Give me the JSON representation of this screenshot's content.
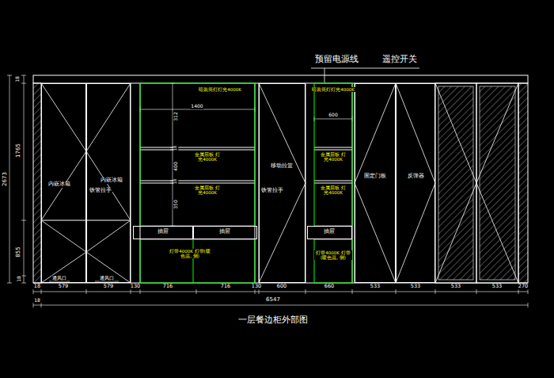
{
  "diagram": {
    "caption": "一层餐边柜外部图",
    "nodes": [
      {
        "text": [
          "内嵌冰箱",
          "通风口"
        ]
      },
      {
        "text": [
          "铁管拉手",
          "内嵌冰箱",
          "通风口"
        ]
      },
      {
        "text": [
          "抽屉"
        ]
      },
      {
        "text": [
          "抽屉"
        ]
      },
      {
        "text": [
          "移动拉篮",
          "铁管拉手"
        ]
      },
      {
        "text": [
          "抽屉"
        ]
      },
      {
        "text": [
          "固定门板"
        ]
      },
      {
        "text": [
          "反弹器"
        ]
      }
    ],
    "labels": [
      "18",
      "2673",
      "1765",
      "855",
      "18",
      "预留电源线",
      "遥控开关",
      "暗装筒灯灯光4000K",
      "1400",
      "312",
      "18",
      "金属层板 灯光4000K",
      "400",
      "18",
      "金属层板 灯光4000K",
      "350",
      "灯带4000K 灯带(暖色温, 侧)",
      "暗装筒灯灯光4000K",
      "600",
      "金属层板 灯光4000K",
      "金属层板 灯光4000K",
      "灯带4000K 灯带(暖色温, 侧)",
      "18",
      "579",
      "579",
      "130",
      "716",
      "716",
      "130",
      "600",
      "660",
      "533",
      "533",
      "533",
      "533",
      "270",
      "18",
      "6547"
    ]
  }
}
